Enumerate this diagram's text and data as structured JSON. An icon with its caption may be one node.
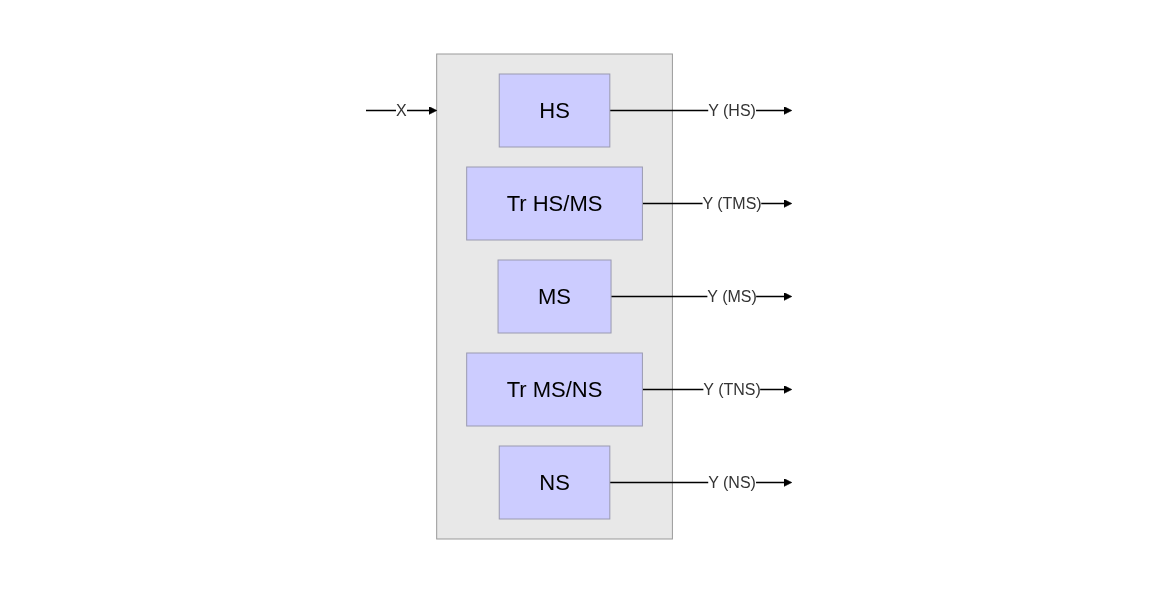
{
  "diagram": {
    "nodes": [
      {
        "text": [],
        "shape": "box"
      },
      {
        "text": [
          "HS"
        ],
        "in": 0
      },
      {
        "text": [
          "Tr HS/MS"
        ],
        "in": 0
      },
      {
        "text": [
          "MS"
        ],
        "in": 0
      },
      {
        "text": [
          "Tr MS/NS"
        ],
        "in": 0
      },
      {
        "text": [
          "NS"
        ],
        "in": 0
      }
    ],
    "edges": [
      {
        "from": null,
        "to": 0,
        "arrow": "to",
        "label": "X"
      },
      {
        "from": 1,
        "to": null,
        "arrow": "to",
        "label": "Y (HS)"
      },
      {
        "from": 2,
        "to": null,
        "arrow": "to",
        "label": "Y (TMS)"
      },
      {
        "from": 3,
        "to": null,
        "arrow": "to",
        "label": "Y (MS)"
      },
      {
        "from": 4,
        "to": null,
        "arrow": "to",
        "label": "Y (TNS)"
      },
      {
        "from": 5,
        "to": null,
        "arrow": "to",
        "label": "Y (NS)"
      }
    ]
  }
}
